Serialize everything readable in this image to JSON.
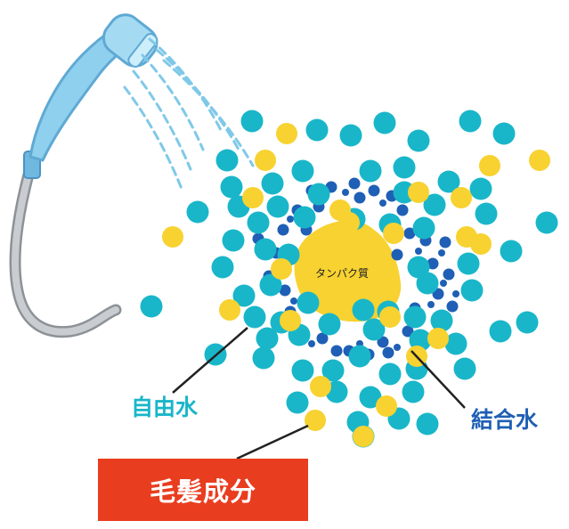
{
  "labels": {
    "protein": "タンパク質",
    "free_water": "自由水",
    "bound_water": "結合水",
    "hair_component": "毛髪成分"
  },
  "colors": {
    "free_water": "#19b6c9",
    "bound_water": "#1f5fb5",
    "hair_component": "#f7d231",
    "label_box": "#e93d1f",
    "shower_body": "#8fd0ee",
    "shower_edge": "#5fa9d4",
    "hose": "#b9bdc1",
    "spray": "#7fc9e8",
    "leader_line": "#222222"
  },
  "icons": {
    "shower": "shower-head-icon"
  }
}
